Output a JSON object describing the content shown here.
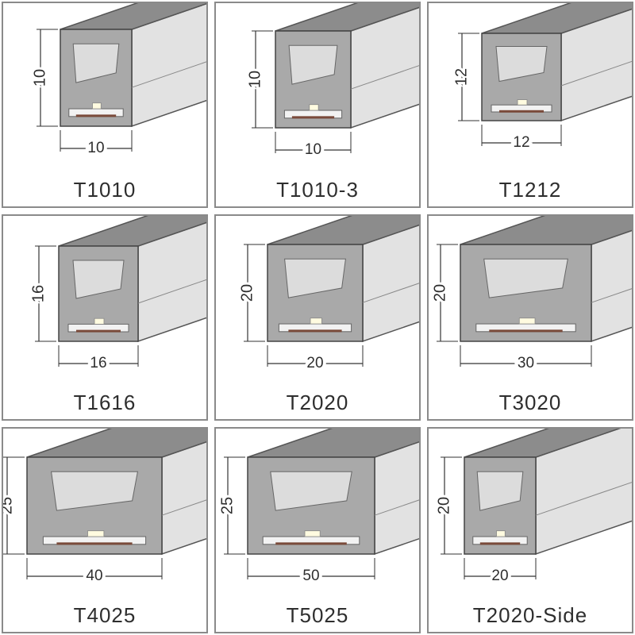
{
  "colors": {
    "top_face": "#8c8c8c",
    "front_face": "#a9a9a9",
    "side_face": "#e2e2e2",
    "window": "#dcdcdc",
    "border": "#8a8a8a",
    "text": "#2e2e2e"
  },
  "profiles": [
    {
      "name": "T1010",
      "height": "10",
      "width": "10"
    },
    {
      "name": "T1010-3",
      "height": "10",
      "width": "10"
    },
    {
      "name": "T1212",
      "height": "12",
      "width": "12"
    },
    {
      "name": "T1616",
      "height": "16",
      "width": "16"
    },
    {
      "name": "T2020",
      "height": "20",
      "width": "20"
    },
    {
      "name": "T3020",
      "height": "20",
      "width": "30"
    },
    {
      "name": "T4025",
      "height": "25",
      "width": "40"
    },
    {
      "name": "T5025",
      "height": "25",
      "width": "50"
    },
    {
      "name": "T2020-Side",
      "height": "20",
      "width": "20"
    }
  ]
}
